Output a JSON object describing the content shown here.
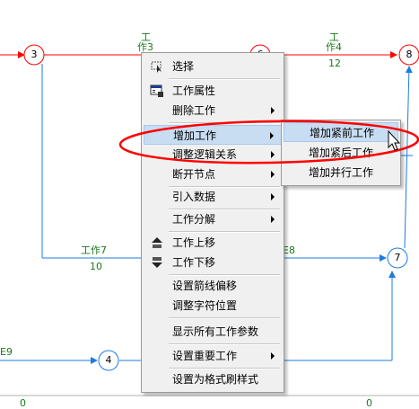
{
  "network": {
    "node3": "3",
    "node6": "6",
    "node8": "8",
    "node7": "7",
    "node4": "4",
    "work3_line1": "工",
    "work3_line2": "作3",
    "work4_line1": "工",
    "work4_line2": "作4",
    "work4_duration": "12",
    "work7": "工作7",
    "work7_duration": "10",
    "work8_partial": "E8",
    "work9_partial": "E9",
    "bottom_left": "0",
    "bottom_mid": "0"
  },
  "context_menu": {
    "items": [
      {
        "label": "选择",
        "icon": "select-icon"
      },
      {
        "label": "工作属性",
        "icon": "properties-icon"
      },
      {
        "label": "删除工作"
      },
      {
        "label": "增加工作"
      },
      {
        "label": "调整逻辑关系"
      },
      {
        "label": "断开节点"
      },
      {
        "label": "引入数据"
      },
      {
        "label": "工作分解"
      },
      {
        "label": "工作上移",
        "icon": "move-up-icon"
      },
      {
        "label": "工作下移",
        "icon": "move-down-icon"
      },
      {
        "label": "设置箭线偏移"
      },
      {
        "label": "调整字符位置"
      },
      {
        "label": "显示所有工作参数"
      },
      {
        "label": "设置重要工作"
      },
      {
        "label": "设置为格式刷样式"
      }
    ]
  },
  "submenu": {
    "items": [
      {
        "label": "增加紧前工作"
      },
      {
        "label": "增加紧后工作"
      },
      {
        "label": "增加并行工作"
      }
    ]
  },
  "colors": {
    "critical_arrow": "#ff0000",
    "normal_arrow": "#1e7be0",
    "label_text": "#1a7a1a",
    "annotation": "#ff0000",
    "menu_highlight": "#c8ddf2"
  }
}
